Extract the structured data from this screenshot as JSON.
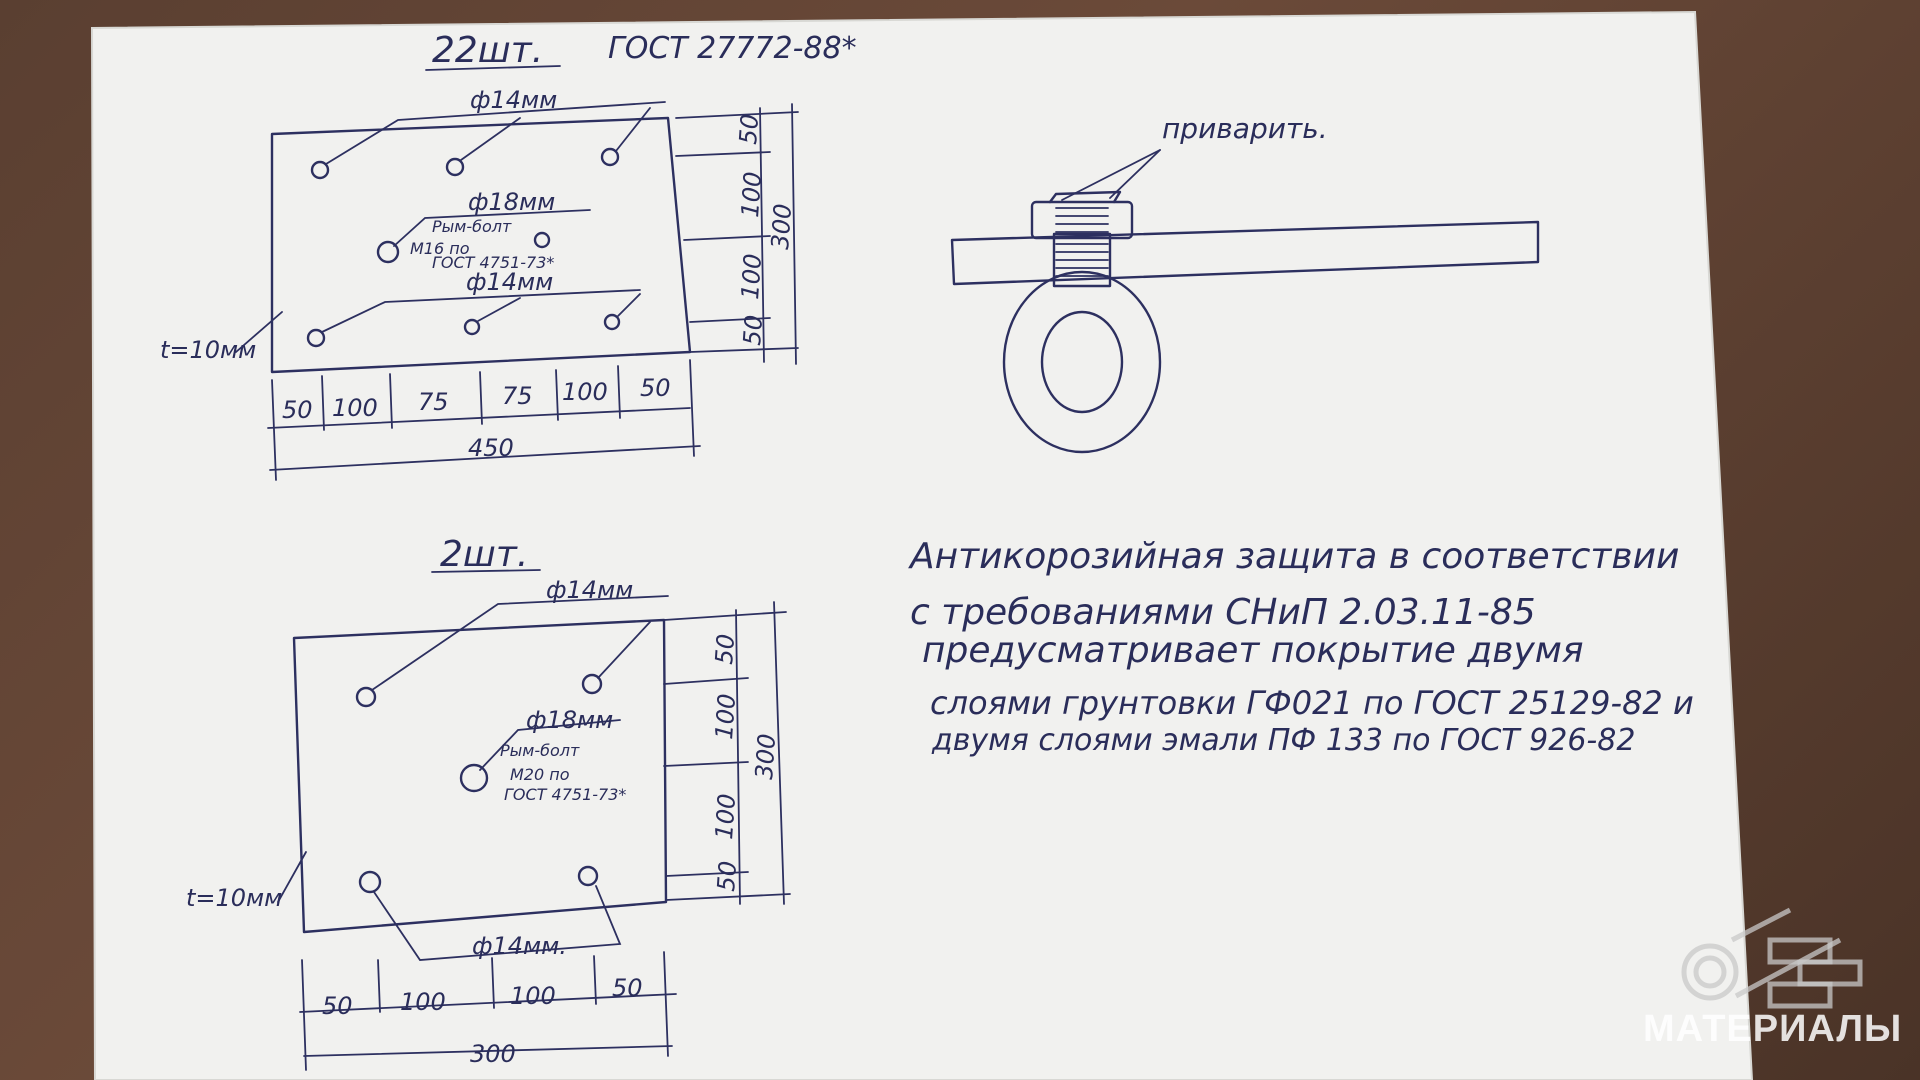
{
  "top_plate": {
    "title": "22шт.",
    "standard": "ГОСТ 27772-88*",
    "hole_top_label": "ф14мм",
    "hole_mid_label": "ф18мм",
    "bolt_label_1": "Рым-болт",
    "bolt_label_2": "М16 по",
    "bolt_label_3": "ГОСТ 4751-73*",
    "hole_bottom_label": "ф14мм",
    "thickness": "t=10мм",
    "dims_right": [
      "50",
      "100",
      "100",
      "50"
    ],
    "dim_total_right": "300",
    "dims_bottom": [
      "50",
      "100",
      "75",
      "75",
      "100",
      "50"
    ],
    "dim_total_bottom": "450"
  },
  "bottom_plate": {
    "title": "2шт.",
    "hole_top_label": "ф14мм",
    "hole_mid_label": "ф18мм",
    "bolt_label_1": "Рым-болт",
    "bolt_label_2": "М20 по",
    "bolt_label_3": "ГОСТ 4751-73*",
    "hole_bottom_label": "ф14мм.",
    "thickness": "t=10мм",
    "dims_right": [
      "50",
      "100",
      "100",
      "50"
    ],
    "dim_total_right": "300",
    "dims_bottom": [
      "50",
      "100",
      "100",
      "50"
    ],
    "dim_total_bottom": "300"
  },
  "eyebolt_detail": {
    "weld_label": "приварить."
  },
  "note_lines": [
    "Антикорозийная защита в соответствии",
    "с требованиями СНиП 2.03.11-85",
    "предусматривает покрытие двумя",
    "слоями грунтовки ГФ021 по ГОСТ 25129-82 и",
    "двумя слоями эмали ПФ 133 по ГОСТ 926-82"
  ],
  "watermark": {
    "text": "МАТЕРИАЛЫ"
  },
  "colors": {
    "ink": "#2d3060",
    "paper": "#f2f2f0",
    "background": "#5a3f31"
  }
}
